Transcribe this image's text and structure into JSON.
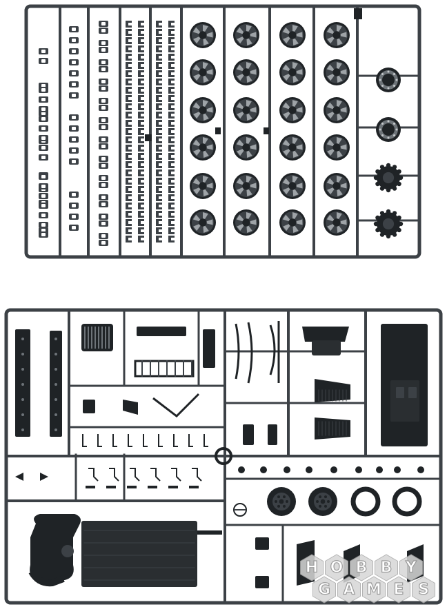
{
  "image": {
    "subject": "sprue-frames-photo",
    "colors": {
      "plastic": "#3c4146",
      "plastic_dark": "#1f2326",
      "plastic_light": "#6d7378",
      "background": "#ffffff",
      "hex_fill": "#d7d7d7",
      "hex_stroke": "#a8a8a8"
    }
  },
  "watermark": {
    "line1": [
      "H",
      "O",
      "B",
      "B",
      "Y"
    ],
    "line2": [
      "G",
      "A",
      "M",
      "E",
      "S"
    ]
  }
}
